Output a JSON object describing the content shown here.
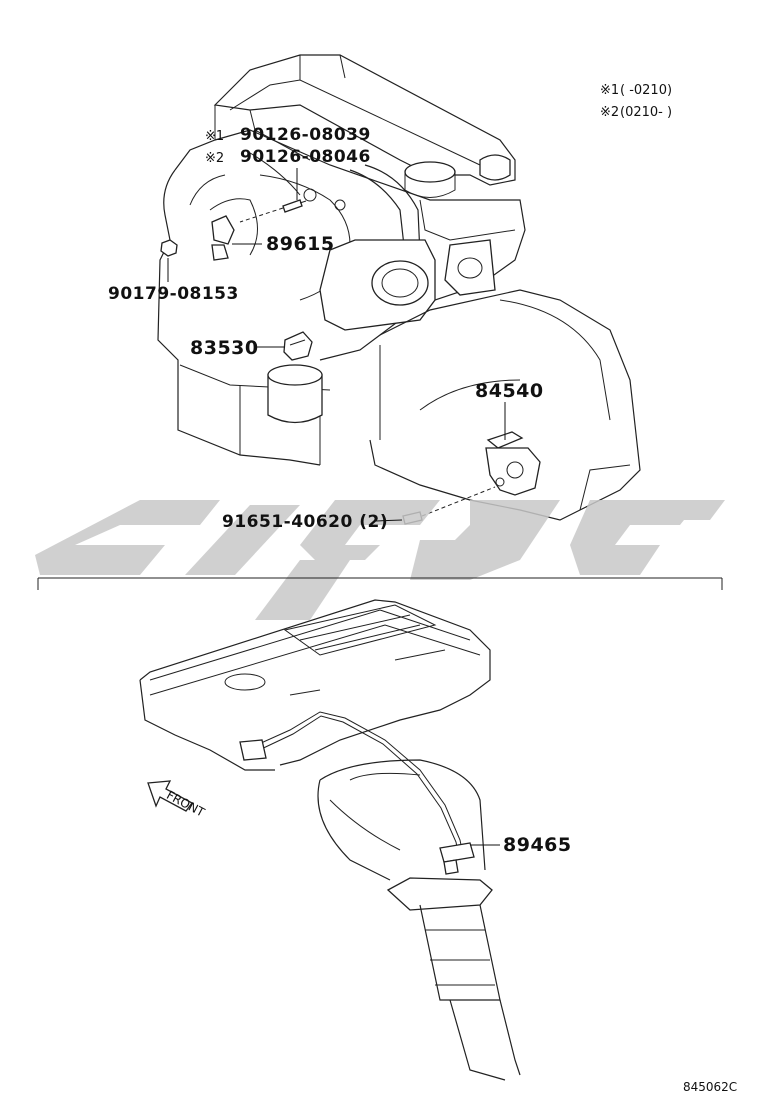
{
  "notes": {
    "n1_mark": "※1",
    "n1_range": "(      -0210)",
    "n2_mark": "※2",
    "n2_range": "(0210-      )"
  },
  "parts": {
    "p1_mark": "※1",
    "p1_num": "90126-08039",
    "p2_mark": "※2",
    "p2_num": "90126-08046",
    "p3": "89615",
    "p4": "90179-08153",
    "p5": "83530",
    "p6": "84540",
    "p7": "91651-40620 (2)",
    "p8": "89465"
  },
  "front_label": "FRONT",
  "diagram_ref": "845062C",
  "colors": {
    "line": "#222222",
    "watermark": "#c8c8c8"
  }
}
